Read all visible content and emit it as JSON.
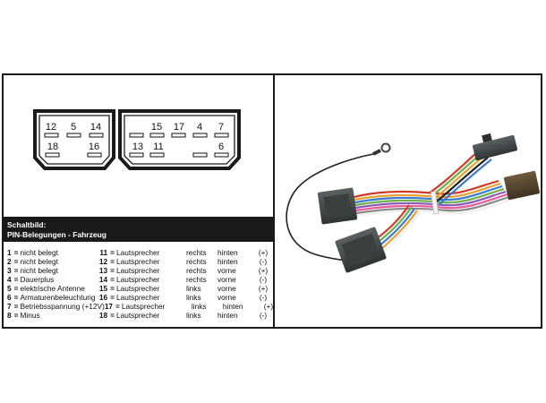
{
  "connector_left": {
    "row1": [
      "12",
      "5",
      "14"
    ],
    "row2": [
      "18",
      "16"
    ]
  },
  "connector_right": {
    "row1": [
      "15",
      "17",
      "4",
      "7"
    ],
    "row2": [
      "13",
      "11",
      "6"
    ]
  },
  "header": {
    "title": "Schaltbild:",
    "subtitle": "PIN-Belegungen - Fahrzeug"
  },
  "pins_left": [
    {
      "num": "1",
      "desc": "nicht belegt"
    },
    {
      "num": "2",
      "desc": "nicht belegt"
    },
    {
      "num": "3",
      "desc": "nicht belegt"
    },
    {
      "num": "4",
      "desc": "Dauerplus"
    },
    {
      "num": "5",
      "desc": "elektrische Antenne"
    },
    {
      "num": "6",
      "desc": "Armaturenbeleuchtung"
    },
    {
      "num": "7",
      "desc": "Betriebsspannung (+12V)"
    },
    {
      "num": "8",
      "desc": "Minus"
    }
  ],
  "pins_right": [
    {
      "num": "11",
      "desc": "Lautsprecher",
      "side": "rechts",
      "pos": "hinten",
      "pol": "(+)"
    },
    {
      "num": "12",
      "desc": "Lautsprecher",
      "side": "rechts",
      "pos": "hinten",
      "pol": "(-)"
    },
    {
      "num": "13",
      "desc": "Lautsprecher",
      "side": "rechts",
      "pos": "vorne",
      "pol": "(+)"
    },
    {
      "num": "14",
      "desc": "Lautsprecher",
      "side": "rechts",
      "pos": "vorne",
      "pol": "(-)"
    },
    {
      "num": "15",
      "desc": "Lautsprecher",
      "side": "links",
      "pos": "vorne",
      "pol": "(+)"
    },
    {
      "num": "16",
      "desc": "Lautsprecher",
      "side": "links",
      "pos": "vorne",
      "pol": "(-)"
    },
    {
      "num": "17",
      "desc": "Lautsprecher",
      "side": "links",
      "pos": "hinten",
      "pol": "(+)"
    },
    {
      "num": "18",
      "desc": "Lautsprecher",
      "side": "links",
      "pos": "hinten",
      "pol": "(-)"
    }
  ],
  "colors": {
    "frame": "#1a1a1a",
    "header_bg": "#1a1a1a",
    "connector_body": "#3f4446",
    "connector_dark": "#2b2f30",
    "connector_brown": "#5a4a32",
    "wire_black": "#222222"
  }
}
